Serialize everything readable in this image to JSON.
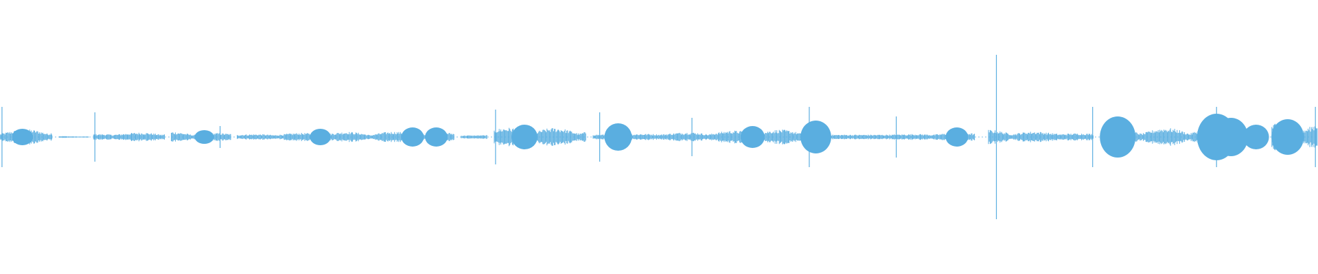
{
  "waveform": {
    "color": "#5aaee0",
    "segments": [
      {
        "start": 0.0,
        "end": 0.04,
        "amp": 0.07
      },
      {
        "start": 0.045,
        "end": 0.067,
        "amp": 0.01
      },
      {
        "start": 0.071,
        "end": 0.125,
        "amp": 0.05
      },
      {
        "start": 0.13,
        "end": 0.175,
        "amp": 0.045
      },
      {
        "start": 0.18,
        "end": 0.345,
        "amp": 0.04
      },
      {
        "start": 0.35,
        "end": 0.37,
        "amp": 0.035
      },
      {
        "start": 0.375,
        "end": 0.445,
        "amp": 0.07
      },
      {
        "start": 0.45,
        "end": 0.615,
        "amp": 0.055
      },
      {
        "start": 0.62,
        "end": 0.74,
        "amp": 0.05
      },
      {
        "start": 0.75,
        "end": 0.83,
        "amp": 0.06
      },
      {
        "start": 0.835,
        "end": 0.912,
        "amp": 0.07
      },
      {
        "start": 0.918,
        "end": 0.96,
        "amp": 0.11
      },
      {
        "start": 0.965,
        "end": 1.0,
        "amp": 0.12
      }
    ],
    "spikes": [
      {
        "pos": 0.0015,
        "amp": 0.22
      },
      {
        "pos": 0.072,
        "amp": 0.18
      },
      {
        "pos": 0.167,
        "amp": 0.08
      },
      {
        "pos": 0.376,
        "amp": 0.2
      },
      {
        "pos": 0.455,
        "amp": 0.18
      },
      {
        "pos": 0.525,
        "amp": 0.14
      },
      {
        "pos": 0.614,
        "amp": 0.22
      },
      {
        "pos": 0.68,
        "amp": 0.15
      },
      {
        "pos": 0.756,
        "amp": 0.6
      },
      {
        "pos": 0.829,
        "amp": 0.22
      },
      {
        "pos": 0.923,
        "amp": 0.22
      },
      {
        "pos": 0.998,
        "amp": 0.22
      }
    ],
    "blobs": [
      {
        "pos": 0.017,
        "amp": 0.06
      },
      {
        "pos": 0.155,
        "amp": 0.05
      },
      {
        "pos": 0.243,
        "amp": 0.06
      },
      {
        "pos": 0.313,
        "amp": 0.07
      },
      {
        "pos": 0.331,
        "amp": 0.07
      },
      {
        "pos": 0.398,
        "amp": 0.09
      },
      {
        "pos": 0.469,
        "amp": 0.1
      },
      {
        "pos": 0.571,
        "amp": 0.08
      },
      {
        "pos": 0.619,
        "amp": 0.12
      },
      {
        "pos": 0.726,
        "amp": 0.07
      },
      {
        "pos": 0.848,
        "amp": 0.15
      },
      {
        "pos": 0.923,
        "amp": 0.17
      },
      {
        "pos": 0.934,
        "amp": 0.14
      },
      {
        "pos": 0.953,
        "amp": 0.09
      },
      {
        "pos": 0.977,
        "amp": 0.13
      }
    ]
  }
}
